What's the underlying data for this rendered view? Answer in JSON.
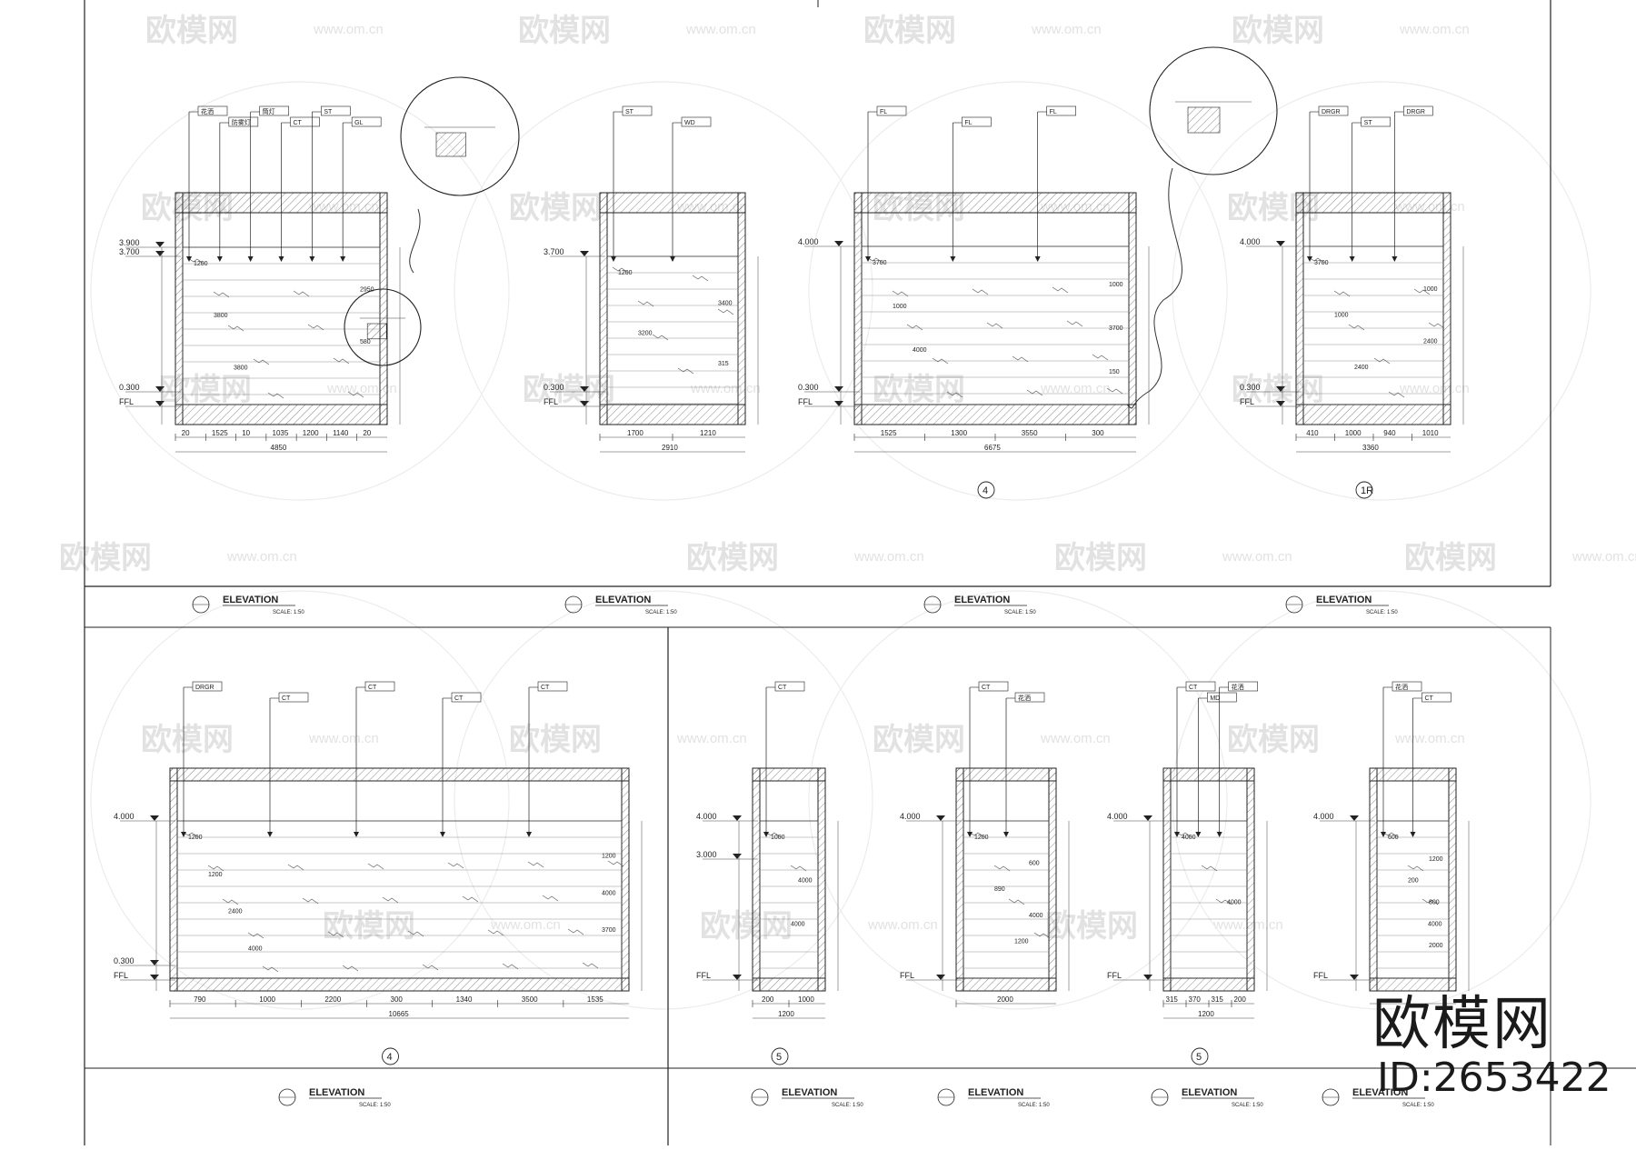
{
  "brand": {
    "logo_text": "欧模网",
    "id_text": "ID:2653422",
    "watermark_cn": "欧模网",
    "watermark_url": "www.om.cn"
  },
  "titles": {
    "elevation": "ELEVATION",
    "scale": "SCALE: 1:50"
  },
  "panels": [
    {
      "levels": [
        "3.900",
        "3.700",
        "0.300",
        "FFL"
      ],
      "bottom_dims": [
        "20",
        "1525",
        "10",
        "1035",
        "1200",
        "1140",
        "20"
      ],
      "total_dim": "4850",
      "callouts": [
        "花洒",
        "防雾灯",
        "筒灯",
        "CT",
        "ST",
        "GL"
      ],
      "inner_dims": [
        "1200",
        "2950",
        "3800",
        "580",
        "3800"
      ]
    },
    {
      "levels": [
        "3.700",
        "0.300",
        "FFL"
      ],
      "bottom_dims": [
        "1700",
        "1210"
      ],
      "total_dim": "2910",
      "callouts": [
        "ST",
        "WD"
      ],
      "inner_dims": [
        "1200",
        "3400",
        "3200",
        "315"
      ]
    },
    {
      "levels": [
        "4.000",
        "0.300",
        "FFL"
      ],
      "bottom_dims": [
        "1525",
        "1300",
        "3550",
        "300"
      ],
      "total_dim": "6675",
      "callouts": [
        "FL",
        "FL",
        "FL"
      ],
      "inner_dims": [
        "3700",
        "1000",
        "1000",
        "3700",
        "4000",
        "150"
      ],
      "marker": "4"
    },
    {
      "levels": [
        "4.000",
        "0.300",
        "FFL"
      ],
      "bottom_dims": [
        "410",
        "1000",
        "940",
        "1010"
      ],
      "total_dim": "3360",
      "callouts": [
        "DRGR",
        "ST",
        "DRGR"
      ],
      "inner_dims": [
        "3700",
        "1000",
        "1000",
        "2400",
        "2400"
      ],
      "marker": "1R"
    },
    {
      "levels": [
        "4.000",
        "0.300",
        "FFL"
      ],
      "bottom_dims": [
        "790",
        "1000",
        "2200",
        "300",
        "1340",
        "3500",
        "1535"
      ],
      "total_dim": "10665",
      "callouts": [
        "DRGR",
        "CT",
        "CT",
        "CT",
        "CT"
      ],
      "inner_dims": [
        "1200",
        "1200",
        "1200",
        "4000",
        "2400",
        "3700",
        "4000"
      ],
      "marker": "4"
    },
    {
      "levels": [
        "4.000",
        "3.000",
        "FFL"
      ],
      "bottom_dims": [
        "200",
        "1000"
      ],
      "total_dim": "1200",
      "callouts": [
        "CT"
      ],
      "inner_dims": [
        "1000",
        "4000",
        "4000"
      ],
      "marker": "5"
    },
    {
      "levels": [
        "4.000",
        "FFL"
      ],
      "bottom_dims": [
        "2000"
      ],
      "total_dim": "",
      "callouts": [
        "CT",
        "花洒"
      ],
      "inner_dims": [
        "1200",
        "600",
        "890",
        "4000",
        "1200"
      ]
    },
    {
      "levels": [
        "4.000",
        "FFL"
      ],
      "bottom_dims": [
        "315",
        "370",
        "315",
        "200"
      ],
      "total_dim": "1200",
      "callouts": [
        "CT",
        "MD",
        "花洒"
      ],
      "inner_dims": [
        "4000",
        "4000"
      ],
      "marker": "5"
    },
    {
      "levels": [
        "4.000",
        "FFL"
      ],
      "bottom_dims": [],
      "total_dim": "",
      "callouts": [
        "花洒",
        "CT"
      ],
      "inner_dims": [
        "600",
        "1200",
        "200",
        "800",
        "4000",
        "2000"
      ]
    }
  ]
}
